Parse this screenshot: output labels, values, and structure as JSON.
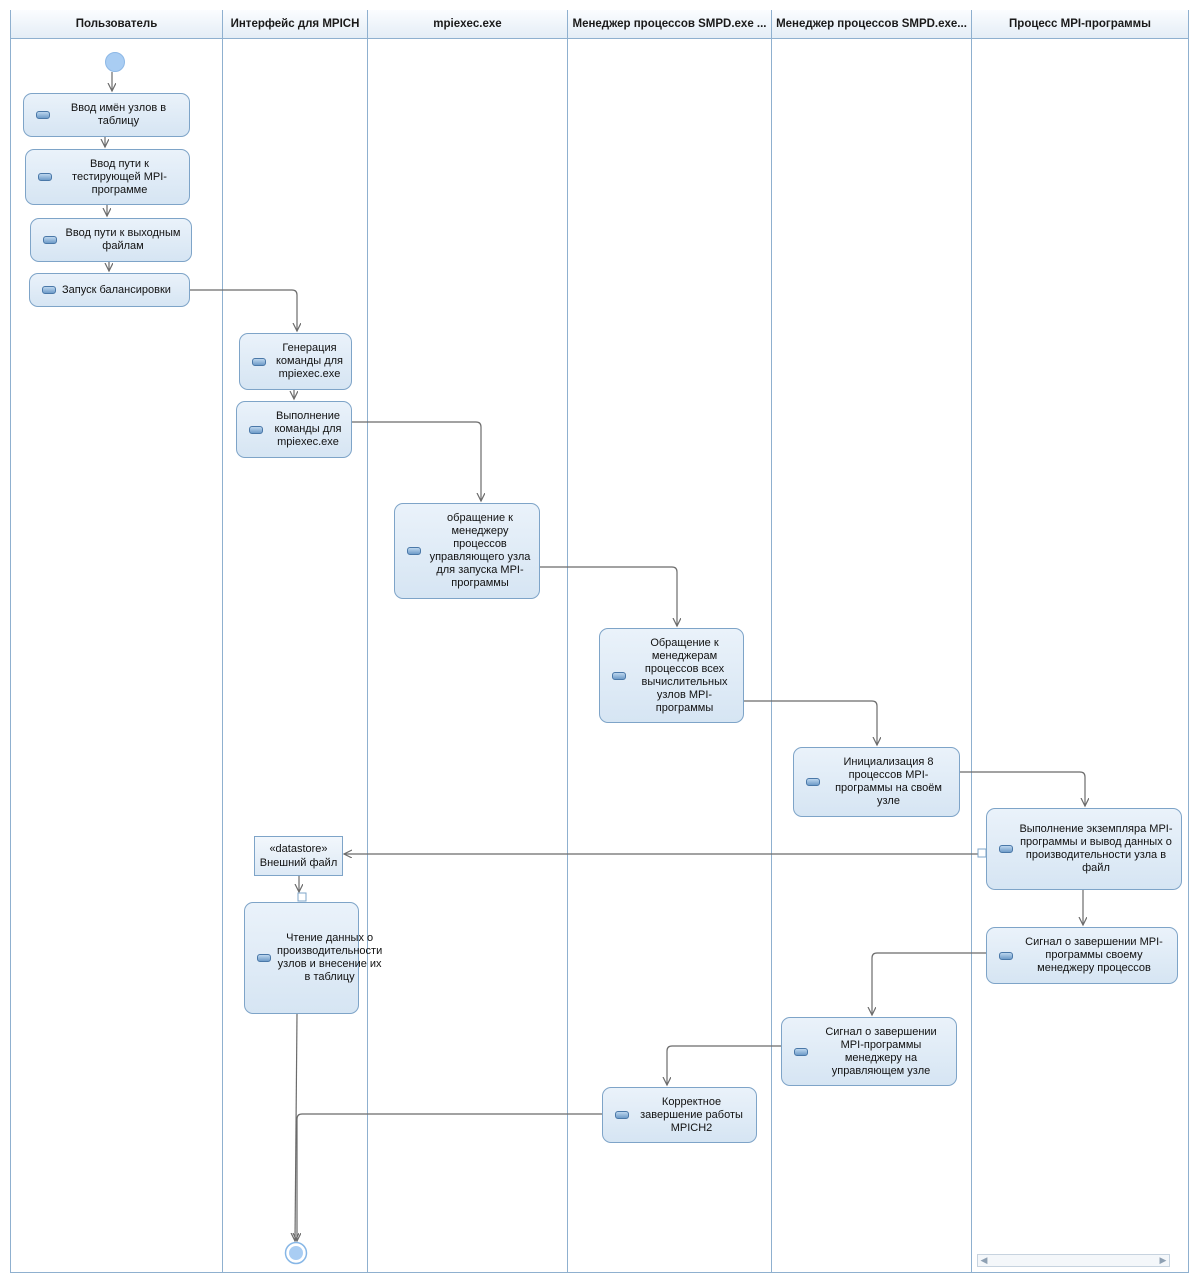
{
  "lanes": [
    {
      "label": "Пользователь"
    },
    {
      "label": "Интерфейс для MPICH"
    },
    {
      "label": "mpiexec.exe"
    },
    {
      "label": "Менеджер процессов SMPD.exe ..."
    },
    {
      "label": "Менеджер процессов SMPD.exe..."
    },
    {
      "label": "Процесс MPI-программы"
    }
  ],
  "actions": {
    "a1": {
      "label": "Ввод имён узлов в таблицу"
    },
    "a2": {
      "label": "Ввод пути к тестирующей MPI-программе"
    },
    "a3": {
      "label": "Ввод пути к выходным файлам"
    },
    "a4": {
      "label": "Запуск балансировки"
    },
    "b1": {
      "label": "Генерация команды для mpiexec.exe"
    },
    "b2": {
      "label": "Выполнение команды для mpiexec.exe"
    },
    "c1": {
      "label": "обращение к менеджеру процессов управляющего узла для запуска MPI-программы"
    },
    "d1": {
      "label": "Обращение к менеджерам процессов всех вычислительных узлов MPI-программы"
    },
    "e1": {
      "label": "Инициализация 8 процессов MPI-программы на своём узле"
    },
    "f1": {
      "label": "Выполнение экземпляра MPI-программы и вывод данных о производительности узла в файл"
    },
    "f2": {
      "label": "Сигнал о завершении MPI-программы своему менеджеру процессов"
    },
    "e2": {
      "label": "Сигнал о завершении MPI-программы менеджеру на управляющем узле"
    },
    "d2": {
      "label": "Корректное завершение работы MPICH2"
    },
    "b3": {
      "label": "Чтение данных о производительности узлов и внесение их в таблицу"
    }
  },
  "datastore": {
    "stereotype": "«datastore»",
    "label": "Внешний файл"
  },
  "colors": {
    "lane_border": "#8fb0cf",
    "node_fill": "#dce8f4",
    "node_border": "#7ea4c8",
    "arrow": "#6b6b6b",
    "start_node": "#a9cdf3"
  }
}
